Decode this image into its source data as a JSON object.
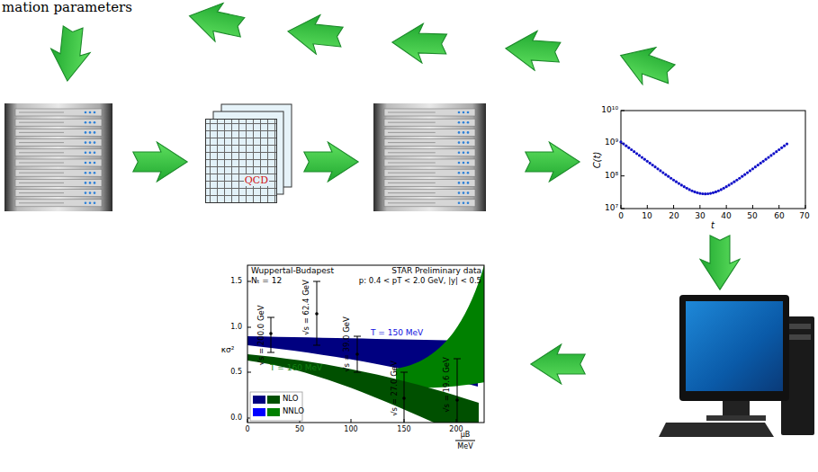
{
  "diagram": {
    "nodes": [
      {
        "text": [
          "QCD"
        ]
      }
    ],
    "labels": [
      "mation parameters",
      "10¹⁰",
      "10⁹",
      "10⁸",
      "10⁷",
      "C(t)",
      "t",
      "0",
      "10",
      "20",
      "30",
      "40",
      "50",
      "60",
      "70",
      "Wuppertal-Budapest",
      "Nₜ = 12",
      "STAR Preliminary data",
      "p: 0.4 < pT < 2.0 GeV, |y| < 0.5",
      "T = 150 MeV",
      "T = 160 MeV",
      "0.0",
      "0.5",
      "1.0",
      "1.5",
      "κσ²",
      "0",
      "50",
      "100",
      "150",
      "200",
      "μB",
      "MeV",
      "√s = 200.0 GeV",
      "√s = 62.4 GeV",
      "√s = 39.0 GeV",
      "√s = 27.0 GeV",
      "√s = 19.6 GeV"
    ],
    "legend": [
      {
        "text": "NLO",
        "color": "#000080"
      },
      {
        "text": "NNLO",
        "color": "#0000ff"
      }
    ]
  }
}
